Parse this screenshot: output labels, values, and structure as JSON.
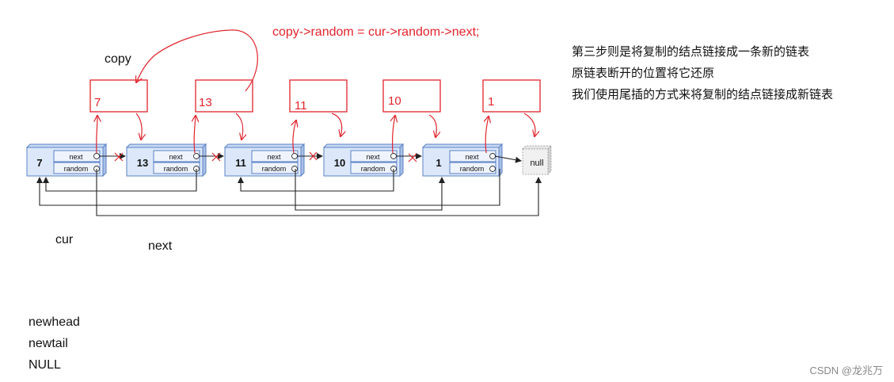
{
  "code_line": "copy->random = cur->random->next;",
  "labels": {
    "copy": "copy",
    "cur": "cur",
    "next": "next"
  },
  "notes": [
    "第三步则是将复制的结点链接成一条新的链表",
    "原链表断开的位置将它还原",
    "我们使用尾插的方式来将复制的结点链接成新链表"
  ],
  "variables": [
    "newhead",
    "newtail",
    "NULL"
  ],
  "nodes": [
    {
      "val": "7",
      "next_label": "next",
      "random_label": "random"
    },
    {
      "val": "13",
      "next_label": "next",
      "random_label": "random"
    },
    {
      "val": "11",
      "next_label": "next",
      "random_label": "random"
    },
    {
      "val": "10",
      "next_label": "next",
      "random_label": "random"
    },
    {
      "val": "1",
      "next_label": "next",
      "random_label": "random"
    }
  ],
  "null_node": "null",
  "copies": [
    "7",
    "13",
    "11",
    "10",
    "1"
  ],
  "watermark": "CSDN @龙兆万",
  "colors": {
    "annotation": "#e0242c",
    "node_fill": "#dce8fa",
    "node_border": "#5b82c5"
  }
}
